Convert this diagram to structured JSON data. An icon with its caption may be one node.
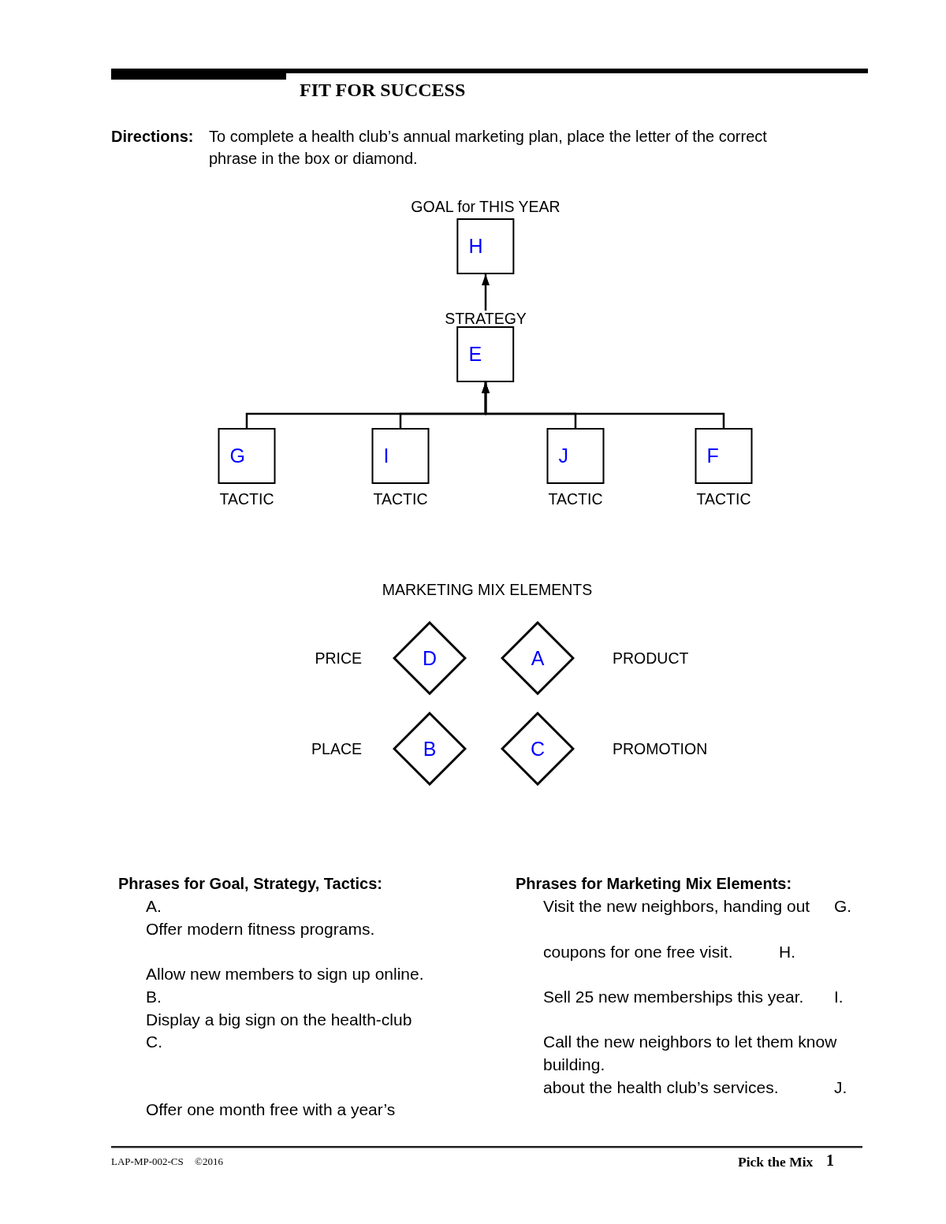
{
  "diagram": {
    "title": "FIT FOR SUCCESS",
    "nodes": [
      {
        "text": [
          "GOAL for THIS YEAR",
          "H"
        ]
      },
      {
        "text": [
          "STRATEGY",
          "E"
        ]
      },
      {
        "text": [
          "G",
          "TACTIC"
        ]
      },
      {
        "text": [
          "I",
          "TACTIC"
        ]
      },
      {
        "text": [
          "J",
          "TACTIC"
        ]
      },
      {
        "text": [
          "F",
          "TACTIC"
        ]
      },
      {
        "text": [
          "D"
        ],
        "beside": [
          "PRICE"
        ]
      },
      {
        "text": [
          "A"
        ],
        "beside": [
          "PRODUCT"
        ]
      },
      {
        "text": [
          "B"
        ],
        "beside": [
          "PLACE"
        ]
      },
      {
        "text": [
          "C"
        ],
        "beside": [
          "PROMOTION"
        ]
      }
    ],
    "edges": [
      {
        "from": 1,
        "to": 0,
        "arrow": "to"
      },
      {
        "from": 2,
        "to": 1,
        "arrow": "to"
      },
      {
        "from": 3,
        "to": 1,
        "arrow": "to"
      },
      {
        "from": 4,
        "to": 1,
        "arrow": "to"
      },
      {
        "from": 5,
        "to": 1,
        "arrow": "to"
      }
    ],
    "labels": [
      "Directions:",
      "To complete a health club’s annual marketing plan, place the letter of the correct phrase in the box or diamond.",
      "MARKETING MIX ELEMENTS",
      "Phrases for Goal, Strategy, Tactics:",
      "A.",
      "Offer modern fitness programs.",
      "Allow new members to sign up online.",
      "B.",
      "Display a big sign on the health-club",
      "C.",
      "Offer one month free with a year’s",
      "Phrases for Marketing Mix Elements:",
      "Visit the new neighbors, handing out",
      "G.",
      "coupons for one free visit.",
      "H.",
      "Sell 25 new memberships this year.",
      "I.",
      "Call the new neighbors to let them know",
      "building.",
      "about the health club’s services.",
      "J.",
      "LAP-MP-002-CS",
      "©2016",
      "Pick the Mix",
      "1"
    ]
  }
}
